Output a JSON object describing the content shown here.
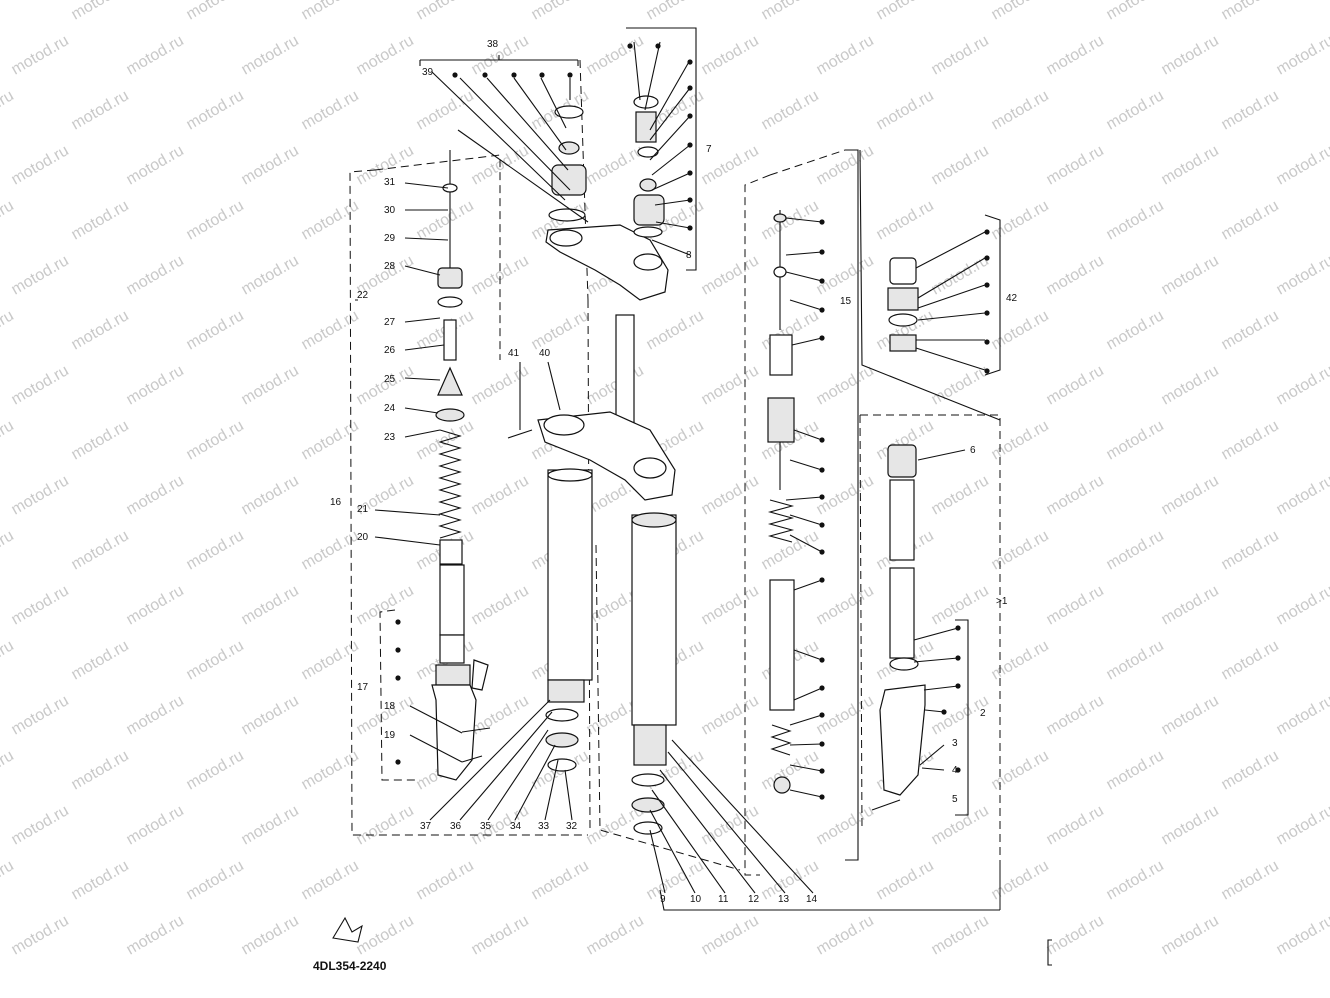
{
  "diagram": {
    "drawing_code": "4DL354-2240",
    "watermark": "motod.ru",
    "part_numbers": [
      "2",
      "3",
      "4",
      "5",
      "6",
      "7",
      "8",
      "9",
      "10",
      "11",
      "12",
      "13",
      "14",
      "15",
      "16",
      "17",
      "18",
      "19",
      "20",
      "21",
      "22",
      "23",
      "24",
      "25",
      "26",
      "27",
      "28",
      "29",
      "30",
      "31",
      "32",
      "33",
      "34",
      "35",
      "36",
      "37",
      "38",
      "39",
      "40",
      "41",
      "42"
    ],
    "group_marker": ">1",
    "colors": {
      "ink": "#111111",
      "watermark": "#c9c9c9",
      "background": "#ffffff"
    }
  }
}
